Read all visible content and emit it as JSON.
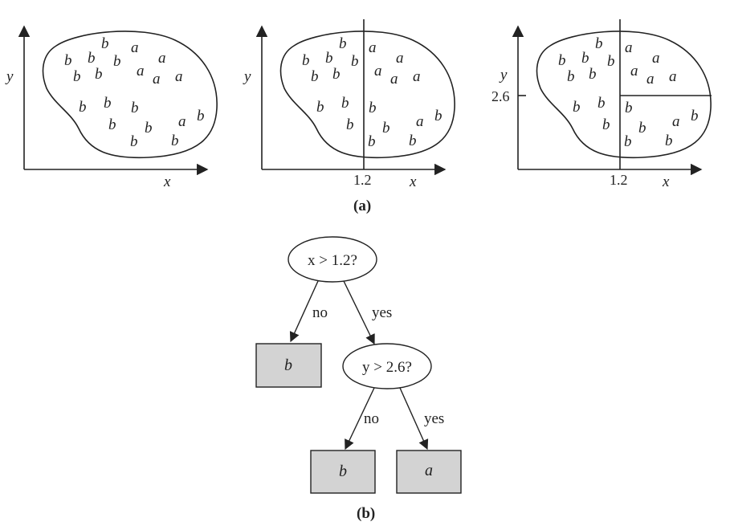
{
  "panel_a": {
    "caption": "(a)",
    "axis_x_label": "x",
    "axis_y_label": "y",
    "x_split_label": "1.2",
    "y_split_label": "2.6",
    "points": [
      "b",
      "b",
      "a",
      "a",
      "b",
      "b",
      "b",
      "b",
      "a",
      "a",
      "a",
      "b",
      "b",
      "b",
      "b",
      "b",
      "a",
      "b",
      "b",
      "b"
    ]
  },
  "panel_b": {
    "caption": "(b)",
    "root": {
      "condition": "x > 1.2?"
    },
    "root_no_label": "no",
    "root_yes_label": "yes",
    "leaf_left": "b",
    "child": {
      "condition": "y > 2.6?"
    },
    "child_no_label": "no",
    "child_yes_label": "yes",
    "leaf_child_no": "b",
    "leaf_child_yes": "a"
  },
  "colors": {
    "leaf_fill": "#d3d3d3",
    "stroke": "#222222"
  }
}
